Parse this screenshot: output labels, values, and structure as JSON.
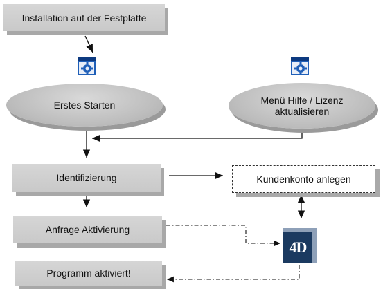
{
  "nodes": {
    "install": "Installation auf der Festplatte",
    "first_start": "Erstes Starten",
    "menu_help_line1": "Menü Hilfe / Lizenz",
    "menu_help_line2": "aktualisieren",
    "identify": "Identifizierung",
    "customer_account": "Kundenkonto anlegen",
    "request_activation": "Anfrage Aktivierung",
    "program_activated": "Programm aktiviert!"
  },
  "logo": {
    "text": "4D"
  },
  "icons": {
    "app_left": "application-gear-icon",
    "app_right": "application-gear-icon"
  },
  "colors": {
    "box_fill": "#cfcfcf",
    "box_shadow": "#a8a8a8",
    "logo_blue": "#1b3a60",
    "icon_blue": "#1f5fb8"
  }
}
